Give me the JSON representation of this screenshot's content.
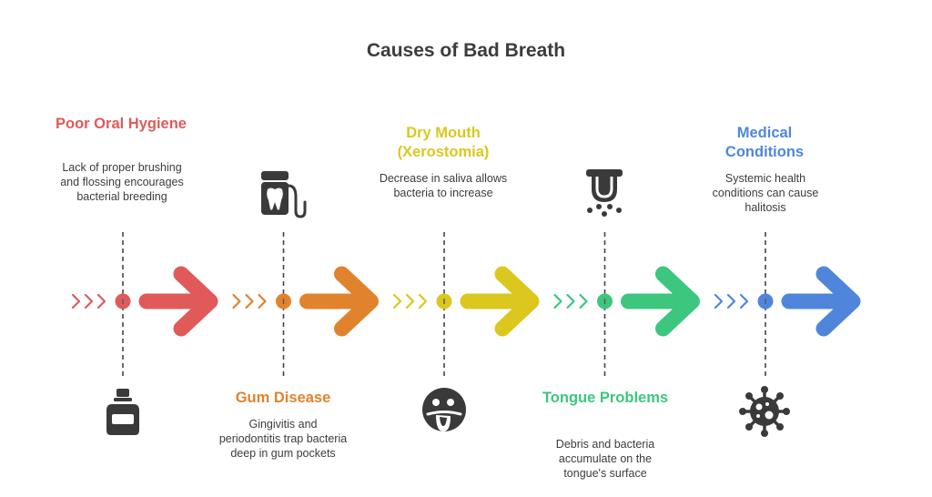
{
  "title": "Causes of Bad Breath",
  "colors": {
    "red": "#e05a5a",
    "orange": "#e0832c",
    "yellow": "#dcc71e",
    "green": "#3cc67e",
    "blue": "#4f86dc",
    "icon": "#3a3a3a"
  },
  "steps": [
    {
      "heading": "Poor Oral Hygiene",
      "description": "Lack of proper brushing and flossing encourages bacterial breeding",
      "icon": "mouthwash-bottle-icon",
      "color": "#e05a5a"
    },
    {
      "heading": "Gum Disease",
      "description": "Gingivitis and periodontitis trap bacteria deep in gum pockets",
      "icon": "tooth-floss-icon",
      "color": "#e0832c"
    },
    {
      "heading": "Dry Mouth (Xerostomia)",
      "description": "Decrease in saliva allows bacteria to increase",
      "icon": "tongue-out-face-icon",
      "color": "#dcc71e"
    },
    {
      "heading": "Tongue Problems",
      "description": "Debris and bacteria accumulate on the tongue's surface",
      "icon": "spray-drip-icon",
      "color": "#3cc67e"
    },
    {
      "heading": "Medical Conditions",
      "description": "Systemic health conditions can cause halitosis",
      "icon": "virus-icon",
      "color": "#4f86dc"
    }
  ]
}
